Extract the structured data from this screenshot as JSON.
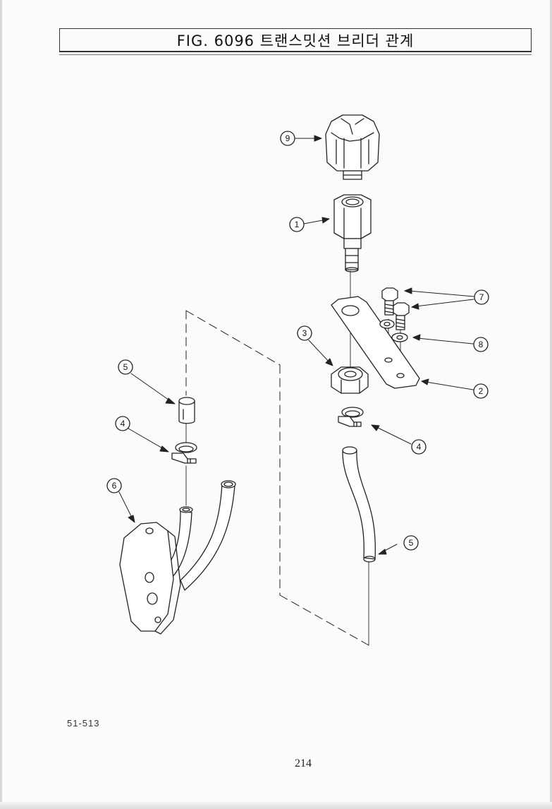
{
  "header": {
    "title": "FIG. 6096 트랜스밋션 브리더 관계"
  },
  "callouts": {
    "c9": "9",
    "c1": "1",
    "c7": "7",
    "c3": "3",
    "c8": "8",
    "c2": "2",
    "c5_left": "5",
    "c4_left": "4",
    "c4_right": "4",
    "c6": "6",
    "c5_right": "5"
  },
  "footer": {
    "doc_code": "51-513",
    "page_number": "214"
  }
}
